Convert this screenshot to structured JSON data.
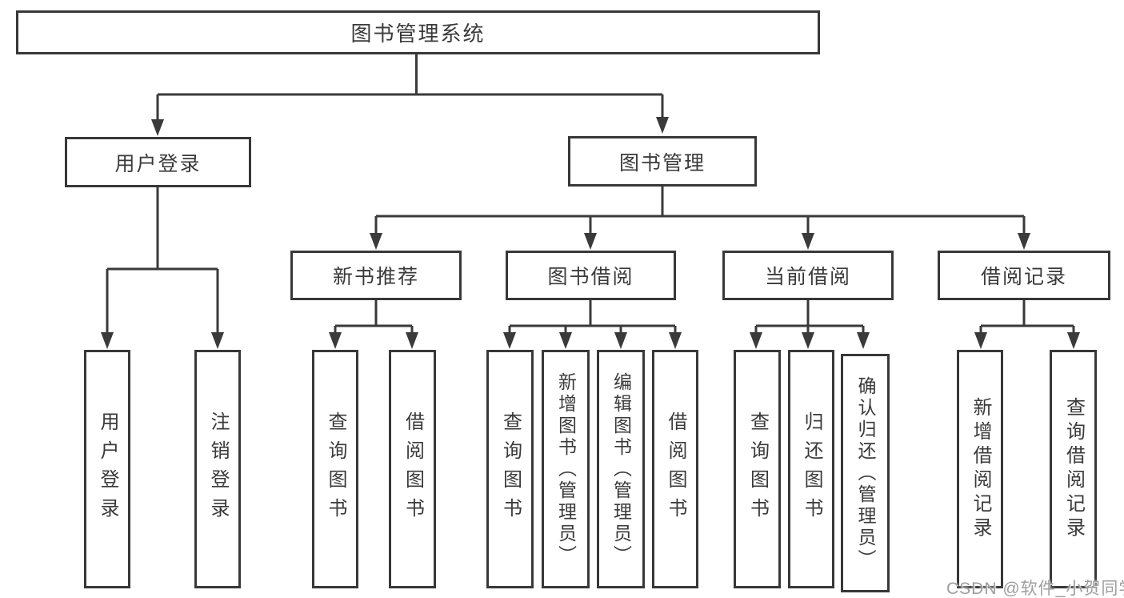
{
  "tree": {
    "root": {
      "label": "图书管理系统",
      "children": [
        {
          "label": "用户登录",
          "children": [
            {
              "label": "用户登录"
            },
            {
              "label": "注销登录"
            }
          ]
        },
        {
          "label": "图书管理",
          "children": [
            {
              "label": "新书推荐",
              "children": [
                {
                  "label": "查询图书"
                },
                {
                  "label": "借阅图书"
                }
              ]
            },
            {
              "label": "图书借阅",
              "children": [
                {
                  "label": "查询图书"
                },
                {
                  "label": "新增图书（管理员）"
                },
                {
                  "label": "编辑图书（管理员）"
                },
                {
                  "label": "借阅图书"
                }
              ]
            },
            {
              "label": "当前借阅",
              "children": [
                {
                  "label": "查询图书"
                },
                {
                  "label": "归还图书"
                },
                {
                  "label": "确认归还（管理员）"
                }
              ]
            },
            {
              "label": "借阅记录",
              "children": [
                {
                  "label": "新增借阅记录"
                },
                {
                  "label": "查询借阅记录"
                }
              ]
            }
          ]
        }
      ]
    }
  },
  "watermark": {
    "text": "CSDN @软件_小贺同学"
  },
  "colors": {
    "line": "#3a3a3a",
    "box_border": "#383838",
    "box_fill": "#ffffff",
    "text": "#3a3a3a",
    "watermark": "#9e9e9e",
    "background": "#ffffff"
  }
}
